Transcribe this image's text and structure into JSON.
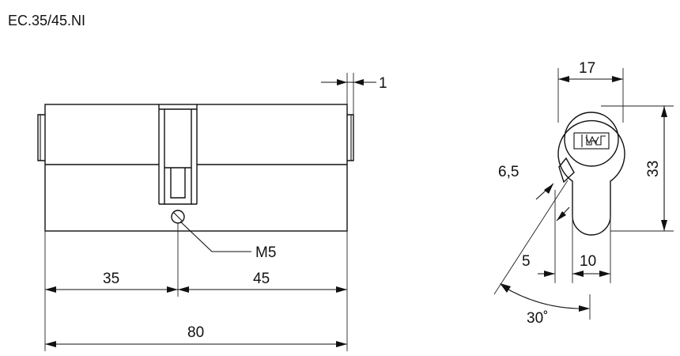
{
  "title": "EC.35/45.NI",
  "side_view": {
    "thread_label": "M5",
    "dim_gap": "1",
    "dim_left": "35",
    "dim_right": "45",
    "dim_total": "80"
  },
  "profile_view": {
    "dim_width": "17",
    "dim_height": "33",
    "dim_cam": "6,5",
    "dim_offset": "5",
    "dim_bottom": "10",
    "dim_angle": "30˚"
  }
}
